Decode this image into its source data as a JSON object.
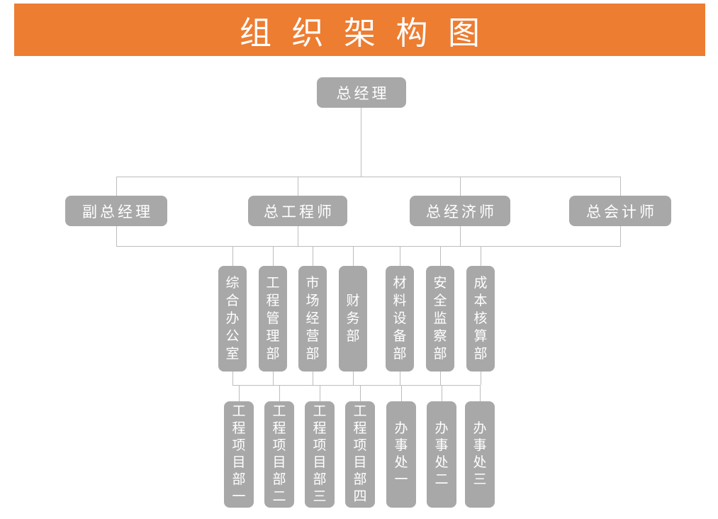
{
  "title": "组 织 架 构 图",
  "colors": {
    "banner_background": "#ED7D31",
    "box_background": "#A8A8A8",
    "connector_line": "#BDBDBD",
    "text": "#FFFFFF"
  },
  "org": {
    "root": {
      "label": "总经理"
    },
    "executives": [
      {
        "label": "副总经理"
      },
      {
        "label": "总工程师"
      },
      {
        "label": "总经济师"
      },
      {
        "label": "总会计师"
      }
    ],
    "departments": [
      {
        "label": "综合办公室"
      },
      {
        "label": "工程管理部"
      },
      {
        "label": "市场经营部"
      },
      {
        "label": "财务部"
      },
      {
        "label": "材料设备部"
      },
      {
        "label": "安全监察部"
      },
      {
        "label": "成本核算部"
      }
    ],
    "units": [
      {
        "label": "工程项目部一"
      },
      {
        "label": "工程项目部二"
      },
      {
        "label": "工程项目部三"
      },
      {
        "label": "工程项目部四"
      },
      {
        "label": "办事处一"
      },
      {
        "label": "办事处二"
      },
      {
        "label": "办事处三"
      }
    ]
  }
}
